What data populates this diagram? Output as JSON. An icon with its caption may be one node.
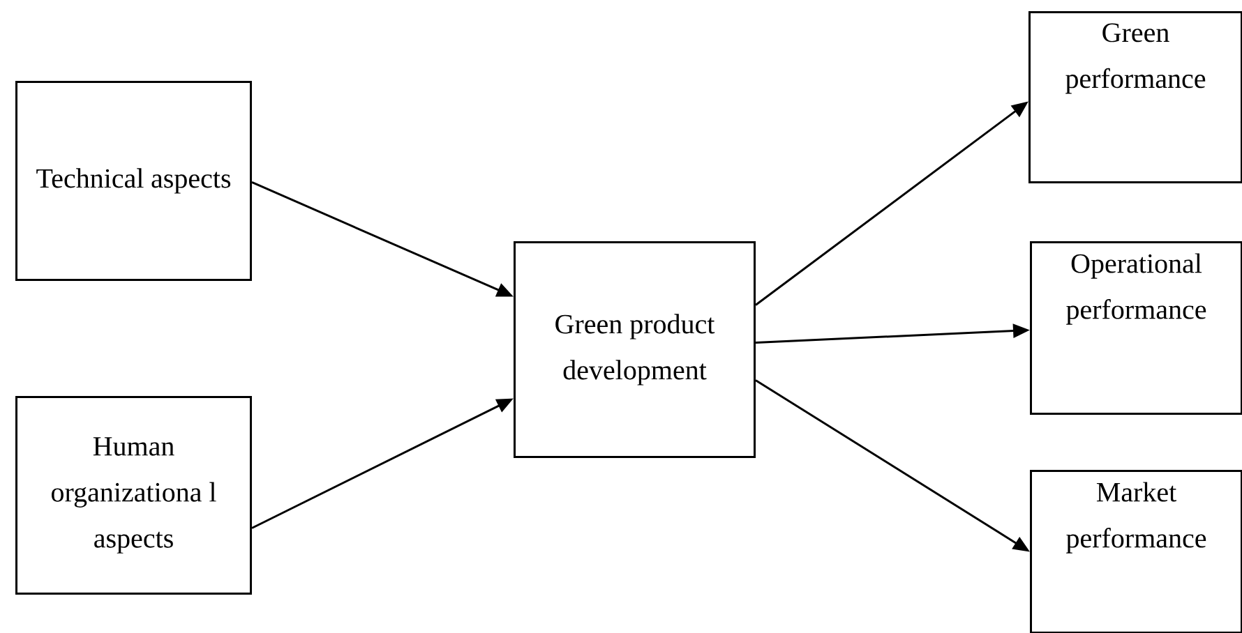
{
  "diagram": {
    "nodes": [
      {
        "text": [
          "Technical aspects"
        ]
      },
      {
        "text": [
          "Human organizationa l aspects"
        ]
      },
      {
        "text": [
          "Green product development"
        ]
      },
      {
        "text": [
          "Green performance"
        ]
      },
      {
        "text": [
          "Operational performance"
        ]
      },
      {
        "text": [
          "Market performance"
        ]
      }
    ],
    "edges": [
      {
        "from": 0,
        "to": 2,
        "arrow": "to"
      },
      {
        "from": 1,
        "to": 2,
        "arrow": "to"
      },
      {
        "from": 2,
        "to": 3,
        "arrow": "to"
      },
      {
        "from": 2,
        "to": 4,
        "arrow": "to"
      },
      {
        "from": 2,
        "to": 5,
        "arrow": "to"
      }
    ]
  }
}
